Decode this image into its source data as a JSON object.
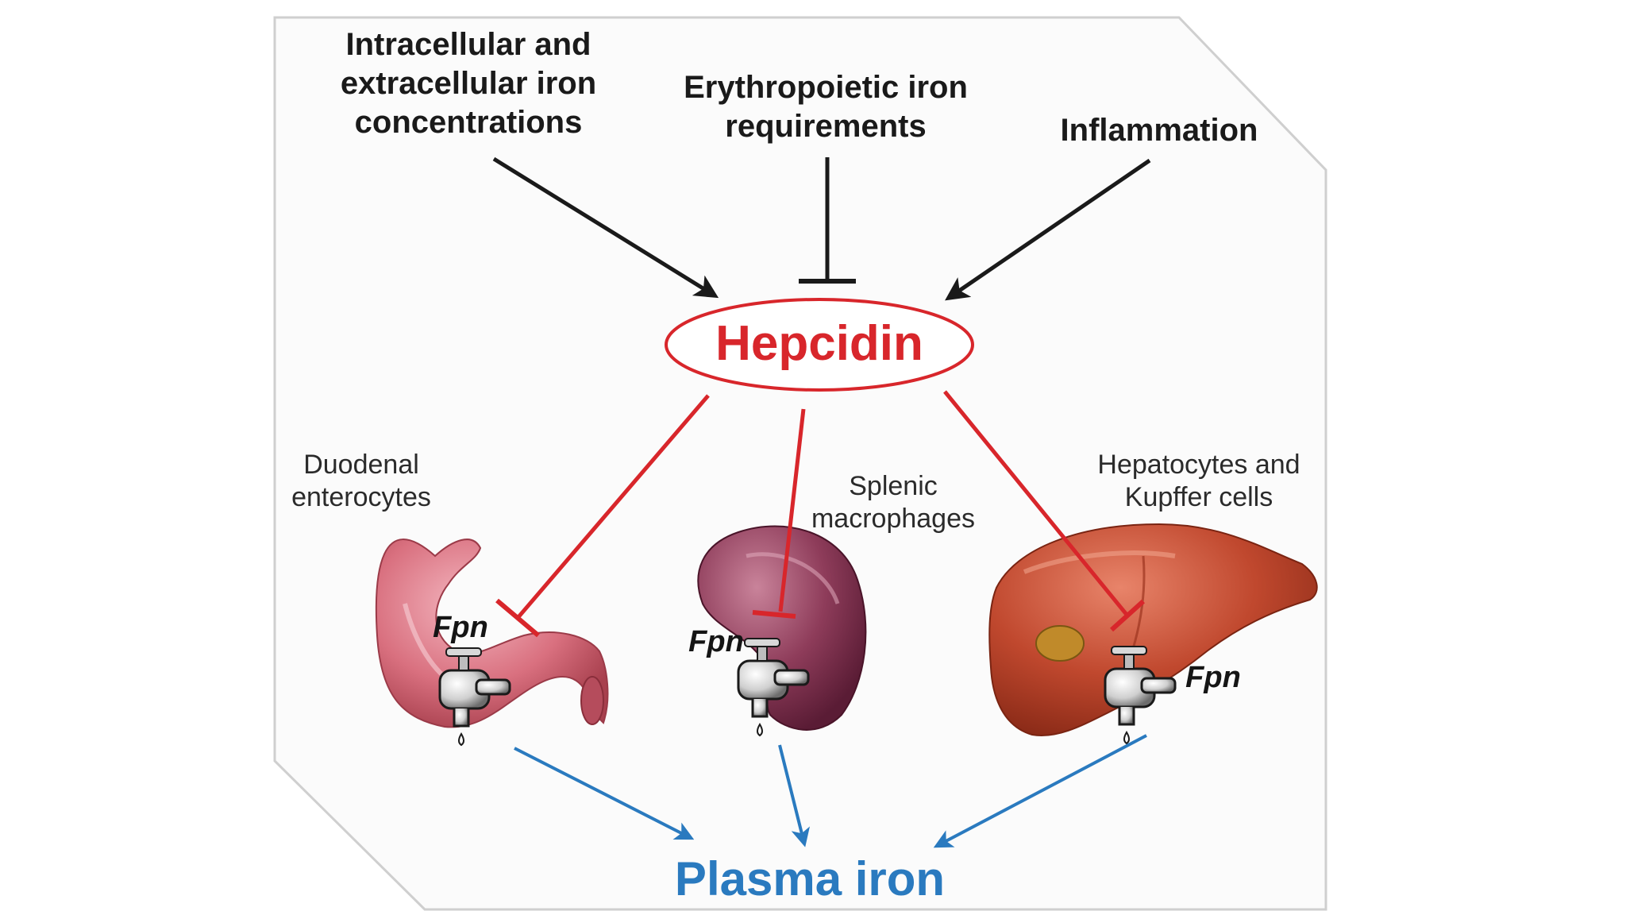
{
  "regulators": {
    "iron_concentrations": "Intracellular and\nextracellular iron\nconcentrations",
    "erythropoietic": "Erythropoietic iron\nrequirements",
    "inflammation": "Inflammation"
  },
  "center": {
    "label": "Hepcidin",
    "color": "#d8262b"
  },
  "tissues": {
    "duodenum": "Duodenal\nenterocytes",
    "spleen": "Splenic\nmacrophages",
    "liver": "Hepatocytes and\nKupffer cells"
  },
  "transporter": {
    "duodenum": "Fpn",
    "spleen": "Fpn",
    "liver": "Fpn"
  },
  "output": {
    "label": "Plasma iron",
    "color": "#2a7abf"
  },
  "colors": {
    "black": "#1a1a1a",
    "red": "#d8262b",
    "blue": "#2a7abf"
  },
  "icons": [
    "duodenum-illustration",
    "spleen-illustration",
    "liver-illustration",
    "faucet-icon"
  ]
}
